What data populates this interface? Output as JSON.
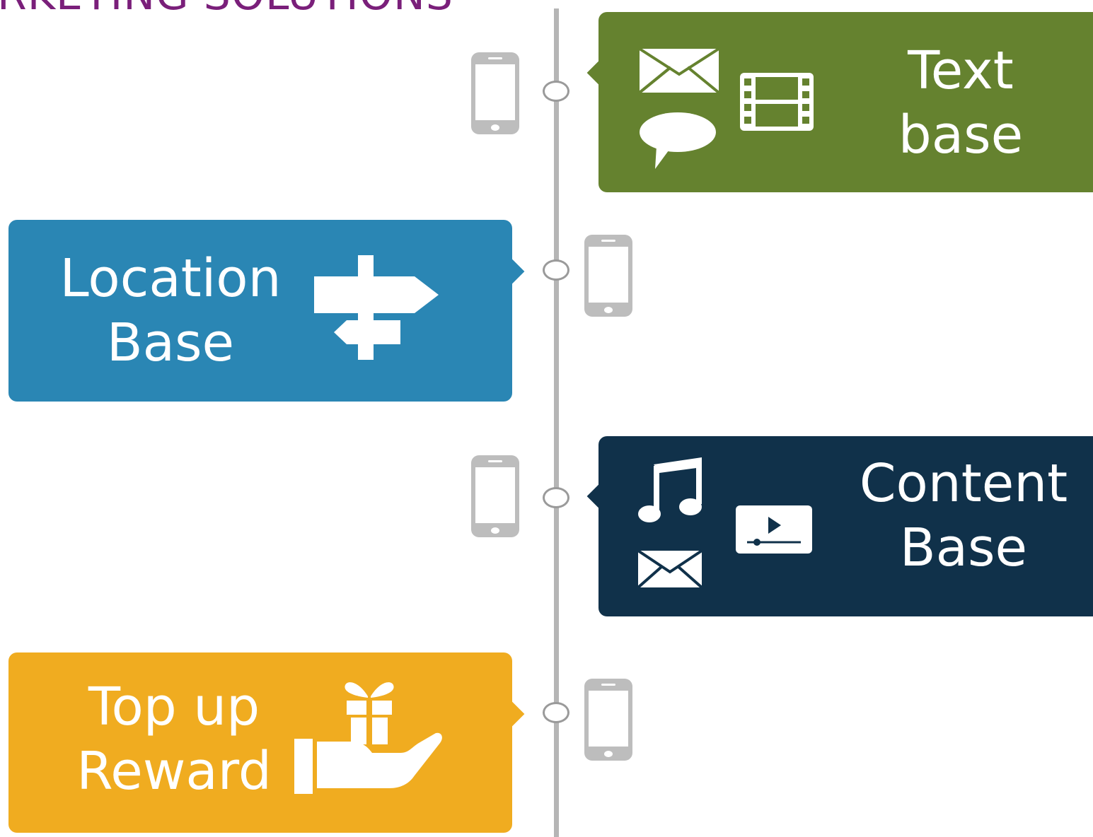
{
  "header": {
    "title": "RKETING SOLUTIONS"
  },
  "cards": {
    "text": {
      "line1": "Text",
      "line2": "base",
      "color": "#65822f"
    },
    "location": {
      "line1": "Location",
      "line2": "Base",
      "color": "#2a86b4"
    },
    "content": {
      "line1": "Content",
      "line2": "Base",
      "color": "#10314a"
    },
    "reward": {
      "line1": "Top up",
      "line2": "Reward",
      "color": "#f0ac20"
    }
  },
  "icons": {
    "text": [
      "envelope-icon",
      "speech-bubble-icon",
      "film-icon"
    ],
    "location": [
      "signpost-icon"
    ],
    "content": [
      "music-note-icon",
      "video-player-icon",
      "envelope-icon"
    ],
    "reward": [
      "gift-in-hand-icon"
    ]
  },
  "colors": {
    "spine": "#b5b5b5",
    "phone": "#bdbdbd",
    "header": "#7a1f7a"
  }
}
